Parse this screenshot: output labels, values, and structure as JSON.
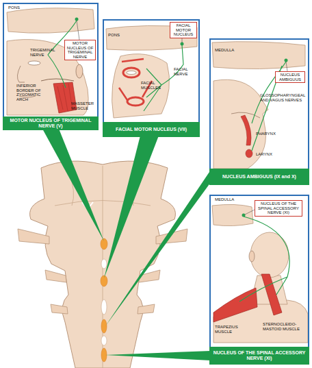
{
  "diagram": {
    "nodes": [
      {
        "text": [
          "MOTOR NUCLEUS OF TRIGEMINAL NERVE (V)"
        ]
      },
      {
        "text": [
          "MOTOR NUCLEUS OF TRIGEMINAL NERVE"
        ],
        "in": 0
      },
      {
        "text": [
          "FACIAL MOTOR NUCLEUS (VII)"
        ]
      },
      {
        "text": [
          "FACIAL MOTOR NUCLEUS"
        ],
        "in": 2
      },
      {
        "text": [
          "NUCLEUS AMBIGUUS (IX and X)"
        ]
      },
      {
        "text": [
          "NUCLEUS AMBIGUUS"
        ],
        "in": 4
      },
      {
        "text": [
          "NUCLEUS OF THE SPINAL ACCESSORY NERVE (XI)"
        ]
      },
      {
        "text": [
          "NUCLEUS OF THE SPINAL ACCESSORY NERVE (XI)"
        ],
        "in": 6
      }
    ],
    "labels": [
      "PONS",
      "TRIGEMINAL NERVE",
      "INFERIOR BORDER OF ZYGOMATIC ARCH",
      "MASSETER MUSCLE",
      "PONS",
      "FACIAL MUSCLES",
      "FACIAL NERVE",
      "MEDULLA",
      "GLOSSOPHARYNGEAL AND VAGUS NERVES",
      "PHARYNX",
      "LARYNX",
      "MEDULLA",
      "TRAPEZIUS MUSCLE",
      "STERNOCLEIDO-MASTOID MUSCLE"
    ]
  }
}
